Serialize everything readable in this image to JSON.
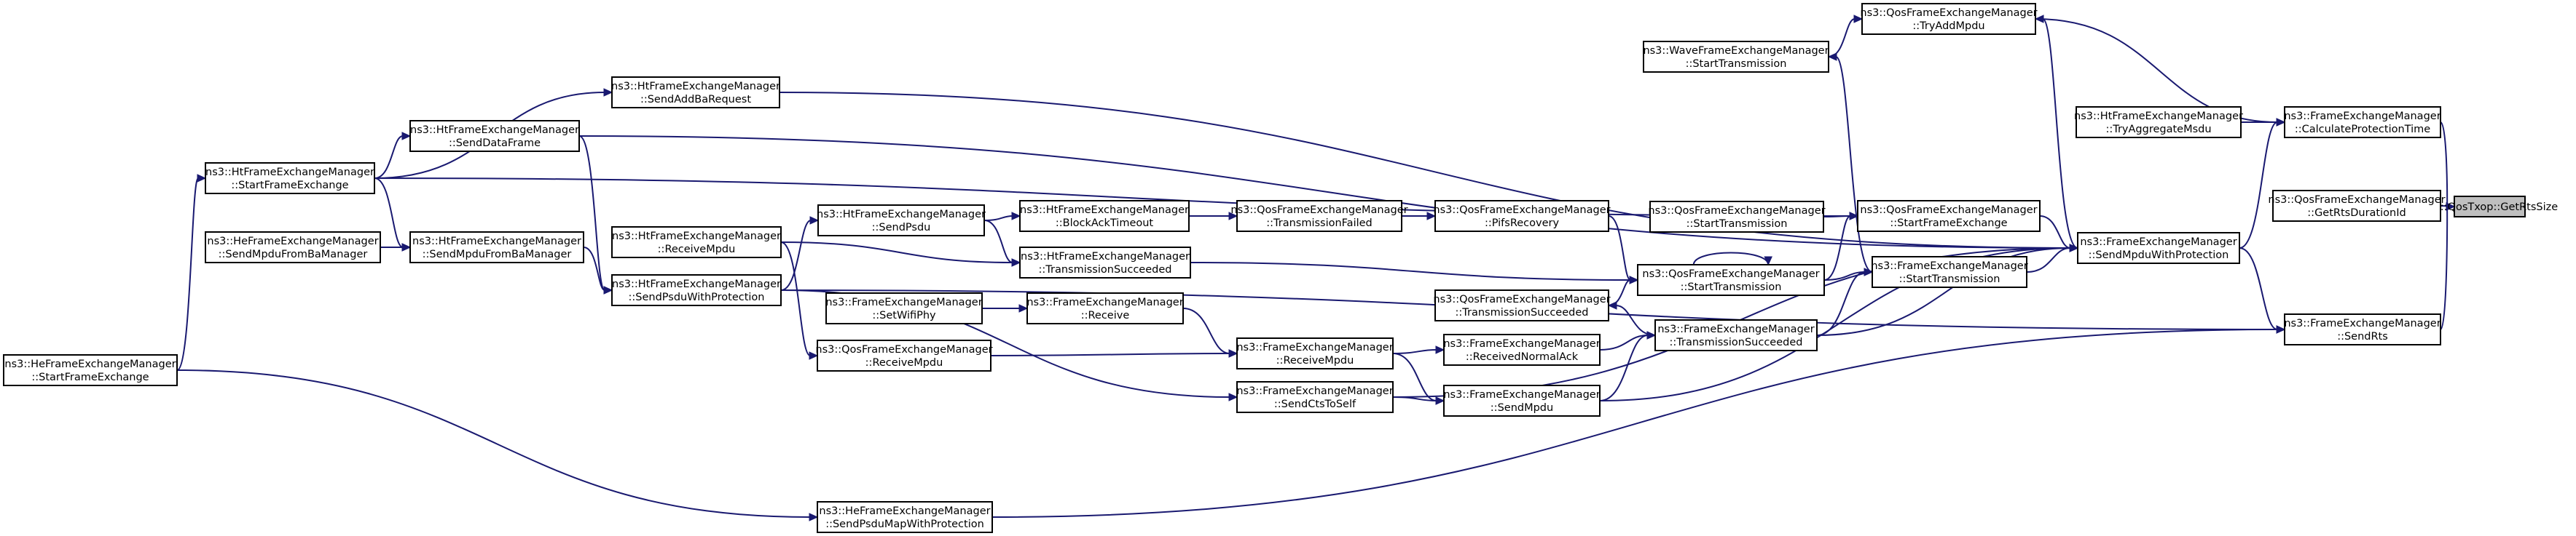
{
  "colors": {
    "edge": "#191970",
    "root_fill": "#bfbfbf",
    "node_fill": "#ffffff",
    "node_stroke": "#000000"
  },
  "nodes": [
    {
      "id": "n0",
      "line1": "ns3::QosTxop",
      "line2": "::GetRtsSize",
      "root": true
    },
    {
      "id": "n1",
      "line1": "ns3::FrameExchangeManager",
      "line2": "::CalculateProtectionTime"
    },
    {
      "id": "n2",
      "line1": "ns3::QosFrameExchangeManager",
      "line2": "::GetRtsDurationId"
    },
    {
      "id": "n3",
      "line1": "ns3::FrameExchangeManager",
      "line2": "::SendRts"
    },
    {
      "id": "n4",
      "line1": "ns3::QosFrameExchangeManager",
      "line2": "::TryAddMpdu"
    },
    {
      "id": "n5",
      "line1": "ns3::HtFrameExchangeManager",
      "line2": "::TryAggregateMsdu"
    },
    {
      "id": "n6",
      "line1": "ns3::FrameExchangeManager",
      "line2": "::SendMpduWithProtection"
    },
    {
      "id": "n7",
      "line1": "ns3::WaveFrameExchangeManager",
      "line2": "::StartTransmission"
    },
    {
      "id": "n8",
      "line1": "ns3::QosFrameExchangeManager",
      "line2": "::StartFrameExchange"
    },
    {
      "id": "n9",
      "line1": "ns3::FrameExchangeManager",
      "line2": "::StartTransmission"
    },
    {
      "id": "n10",
      "line1": "ns3::QosFrameExchangeManager",
      "line2": "::StartTransmission"
    },
    {
      "id": "n11",
      "line1": "ns3::FrameExchangeManager",
      "line2": "::TransmissionSucceeded"
    },
    {
      "id": "n12",
      "line1": "ns3::QosFrameExchangeManager",
      "line2": "::StartTransmission"
    },
    {
      "id": "n13",
      "line1": "ns3::QosFrameExchangeManager",
      "line2": "::PifsRecovery"
    },
    {
      "id": "n14",
      "line1": "ns3::QosFrameExchangeManager",
      "line2": "::TransmissionSucceeded"
    },
    {
      "id": "n15",
      "line1": "ns3::FrameExchangeManager",
      "line2": "::ReceivedNormalAck"
    },
    {
      "id": "n16",
      "line1": "ns3::FrameExchangeManager",
      "line2": "::SendMpdu"
    },
    {
      "id": "n17",
      "line1": "ns3::QosFrameExchangeManager",
      "line2": "::TransmissionFailed"
    },
    {
      "id": "n18",
      "line1": "ns3::FrameExchangeManager",
      "line2": "::ReceiveMpdu"
    },
    {
      "id": "n19",
      "line1": "ns3::FrameExchangeManager",
      "line2": "::SendCtsToSelf"
    },
    {
      "id": "n20",
      "line1": "ns3::HtFrameExchangeManager",
      "line2": "::BlockAckTimeout"
    },
    {
      "id": "n21",
      "line1": "ns3::HtFrameExchangeManager",
      "line2": "::TransmissionSucceeded"
    },
    {
      "id": "n22",
      "line1": "ns3::FrameExchangeManager",
      "line2": "::Receive"
    },
    {
      "id": "n23",
      "line1": "ns3::HtFrameExchangeManager",
      "line2": "::SendPsdu"
    },
    {
      "id": "n24",
      "line1": "ns3::FrameExchangeManager",
      "line2": "::SetWifiPhy"
    },
    {
      "id": "n25",
      "line1": "ns3::QosFrameExchangeManager",
      "line2": "::ReceiveMpdu"
    },
    {
      "id": "n26",
      "line1": "ns3::HeFrameExchangeManager",
      "line2": "::SendPsduMapWithProtection"
    },
    {
      "id": "n27",
      "line1": "ns3::HtFrameExchangeManager",
      "line2": "::SendAddBaRequest"
    },
    {
      "id": "n28",
      "line1": "ns3::HtFrameExchangeManager",
      "line2": "::SendDataFrame"
    },
    {
      "id": "n29",
      "line1": "ns3::HtFrameExchangeManager",
      "line2": "::SendMpduFromBaManager"
    },
    {
      "id": "n30",
      "line1": "ns3::HtFrameExchangeManager",
      "line2": "::ReceiveMpdu"
    },
    {
      "id": "n31",
      "line1": "ns3::HtFrameExchangeManager",
      "line2": "::SendPsduWithProtection"
    },
    {
      "id": "n32",
      "line1": "ns3::HtFrameExchangeManager",
      "line2": "::StartFrameExchange"
    },
    {
      "id": "n33",
      "line1": "ns3::HeFrameExchangeManager",
      "line2": "::SendMpduFromBaManager"
    },
    {
      "id": "n34",
      "line1": "ns3::HeFrameExchangeManager",
      "line2": "::StartFrameExchange"
    }
  ]
}
